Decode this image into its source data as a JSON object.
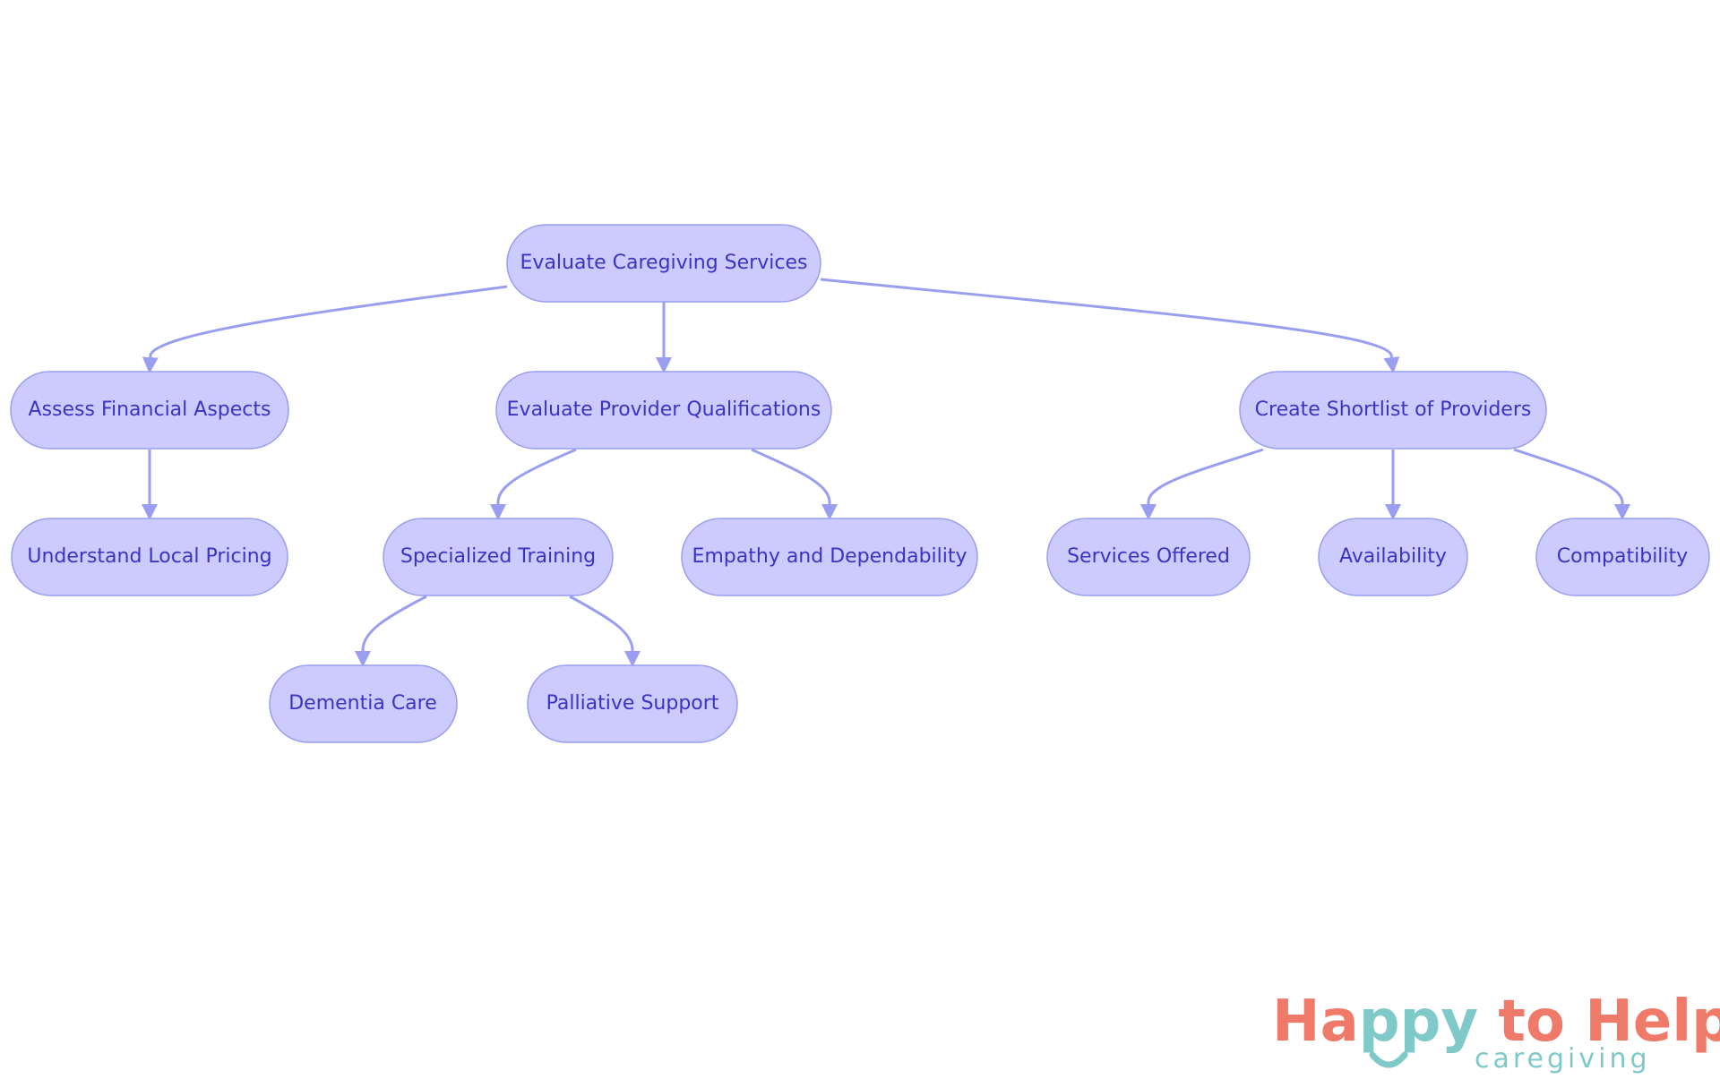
{
  "diagram": {
    "nodes": {
      "root": "Evaluate Caregiving Services",
      "financial": "Assess Financial Aspects",
      "qualifications": "Evaluate Provider Qualifications",
      "shortlist": "Create Shortlist of Providers",
      "pricing": "Understand Local Pricing",
      "training": "Specialized Training",
      "empathy": "Empathy and Dependability",
      "services": "Services Offered",
      "availability": "Availability",
      "compatibility": "Compatibility",
      "dementia": "Dementia Care",
      "palliative": "Palliative Support"
    },
    "edges": [
      [
        "root",
        "financial"
      ],
      [
        "root",
        "qualifications"
      ],
      [
        "root",
        "shortlist"
      ],
      [
        "financial",
        "pricing"
      ],
      [
        "qualifications",
        "training"
      ],
      [
        "qualifications",
        "empathy"
      ],
      [
        "shortlist",
        "services"
      ],
      [
        "shortlist",
        "availability"
      ],
      [
        "shortlist",
        "compatibility"
      ],
      [
        "training",
        "dementia"
      ],
      [
        "training",
        "palliative"
      ]
    ]
  },
  "logo": {
    "word_part1": "Ha",
    "word_part2": "ppy",
    "word_part3": " to Help",
    "subtitle": "caregiving",
    "colors": {
      "coral": "#f07a6a",
      "teal": "#7fc9c9"
    }
  },
  "colors": {
    "node_fill": "#cbcbfd",
    "node_stroke": "#9a9ef0",
    "node_text": "#3b34c2",
    "edge": "#9a9ef0"
  }
}
